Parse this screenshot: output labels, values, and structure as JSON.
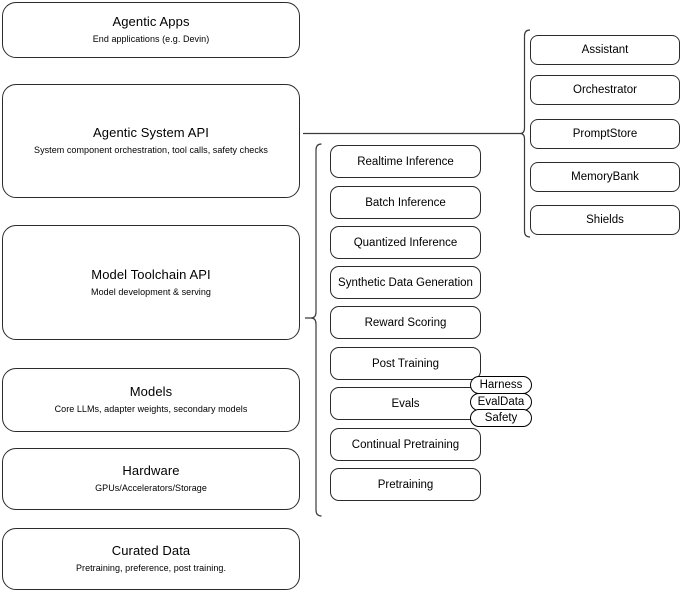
{
  "diagram": {
    "title": "Agentic AI stack layered architecture",
    "stroke_color": "#2b2b2b",
    "background": "#ffffff",
    "layers": [
      {
        "name": "agentic-apps",
        "title": "Agentic Apps",
        "subtitle": "End applications (e.g. Devin)"
      },
      {
        "name": "agentic-system-api",
        "title": "Agentic System API",
        "subtitle": "System component orchestration, tool calls, safety checks"
      },
      {
        "name": "model-toolchain-api",
        "title": "Model Toolchain API",
        "subtitle": "Model development & serving"
      },
      {
        "name": "models",
        "title": "Models",
        "subtitle": "Core LLMs, adapter weights, secondary models"
      },
      {
        "name": "hardware",
        "title": "Hardware",
        "subtitle": "GPUs/Accelerators/Storage"
      },
      {
        "name": "curated-data",
        "title": "Curated Data",
        "subtitle": "Pretraining, preference, post training."
      }
    ],
    "toolchain_components": [
      "Realtime Inference",
      "Batch Inference",
      "Quantized Inference",
      "Synthetic Data Generation",
      "Reward Scoring",
      "Post Training",
      "Evals",
      "Continual Pretraining",
      "Pretraining"
    ],
    "eval_subcomponents": [
      "Harness",
      "EvalData",
      "Safety"
    ],
    "system_components": [
      "Assistant",
      "Orchestrator",
      "PromptStore",
      "MemoryBank",
      "Shields"
    ]
  }
}
